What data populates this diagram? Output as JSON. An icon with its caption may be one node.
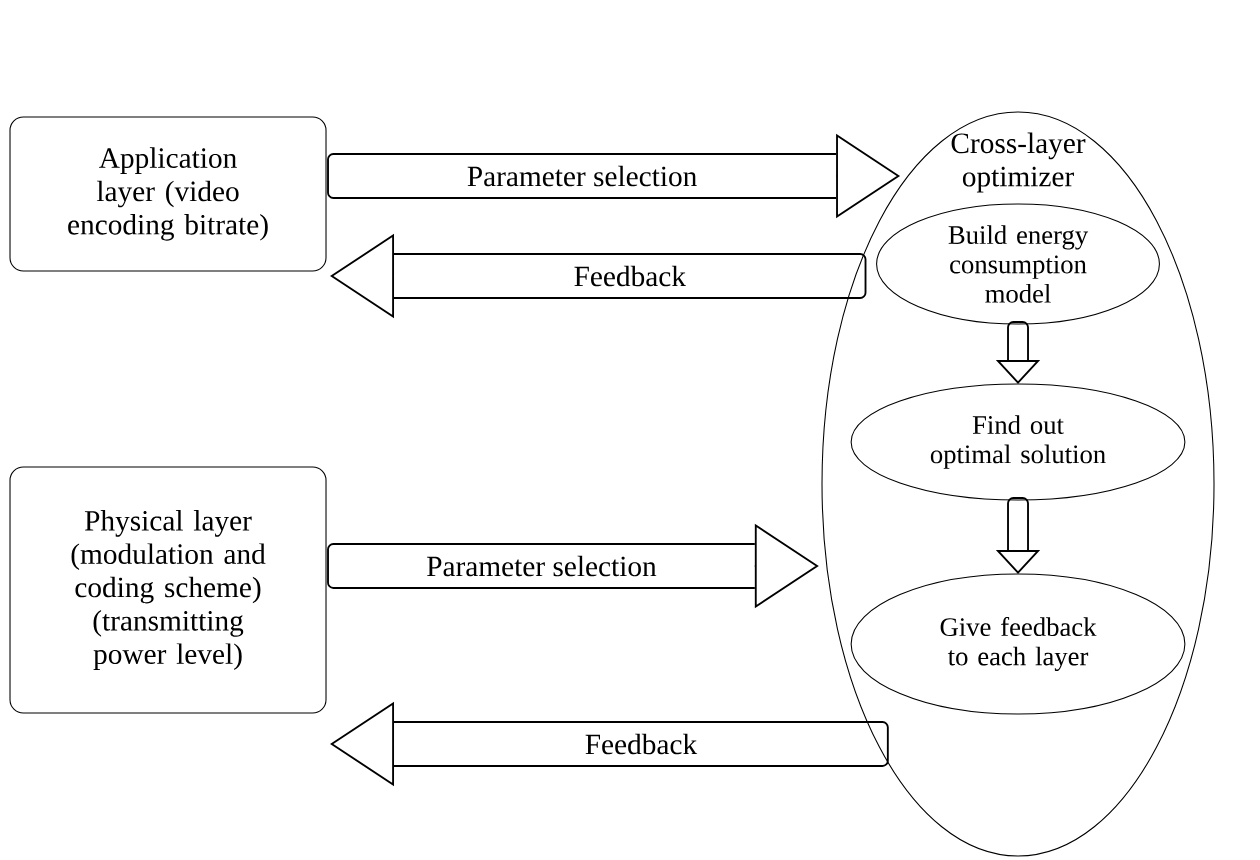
{
  "diagram": {
    "nodes": [
      {
        "text": [
          "Application layer (video encoding bitrate)"
        ]
      },
      {
        "text": [
          "Physical layer (modulation and coding scheme) (transmitting power level)"
        ]
      },
      {
        "text": [
          "Cross-layer optimizer"
        ]
      },
      {
        "text": [
          "Build energy consumption model"
        ],
        "in": 2
      },
      {
        "text": [
          "Find out optimal solution"
        ],
        "in": 2
      },
      {
        "text": [
          "Give feedback to each layer"
        ],
        "in": 2
      }
    ],
    "edges": [
      {
        "from": 0,
        "to": 2,
        "arrow": "to",
        "label": "Parameter selection"
      },
      {
        "from": 2,
        "to": 0,
        "arrow": "to",
        "label": "Feedback"
      },
      {
        "from": 1,
        "to": 2,
        "arrow": "to",
        "label": "Parameter selection"
      },
      {
        "from": 2,
        "to": 1,
        "arrow": "to",
        "label": "Feedback"
      },
      {
        "from": 3,
        "to": 4,
        "arrow": "to"
      },
      {
        "from": 4,
        "to": 5,
        "arrow": "to"
      }
    ]
  }
}
